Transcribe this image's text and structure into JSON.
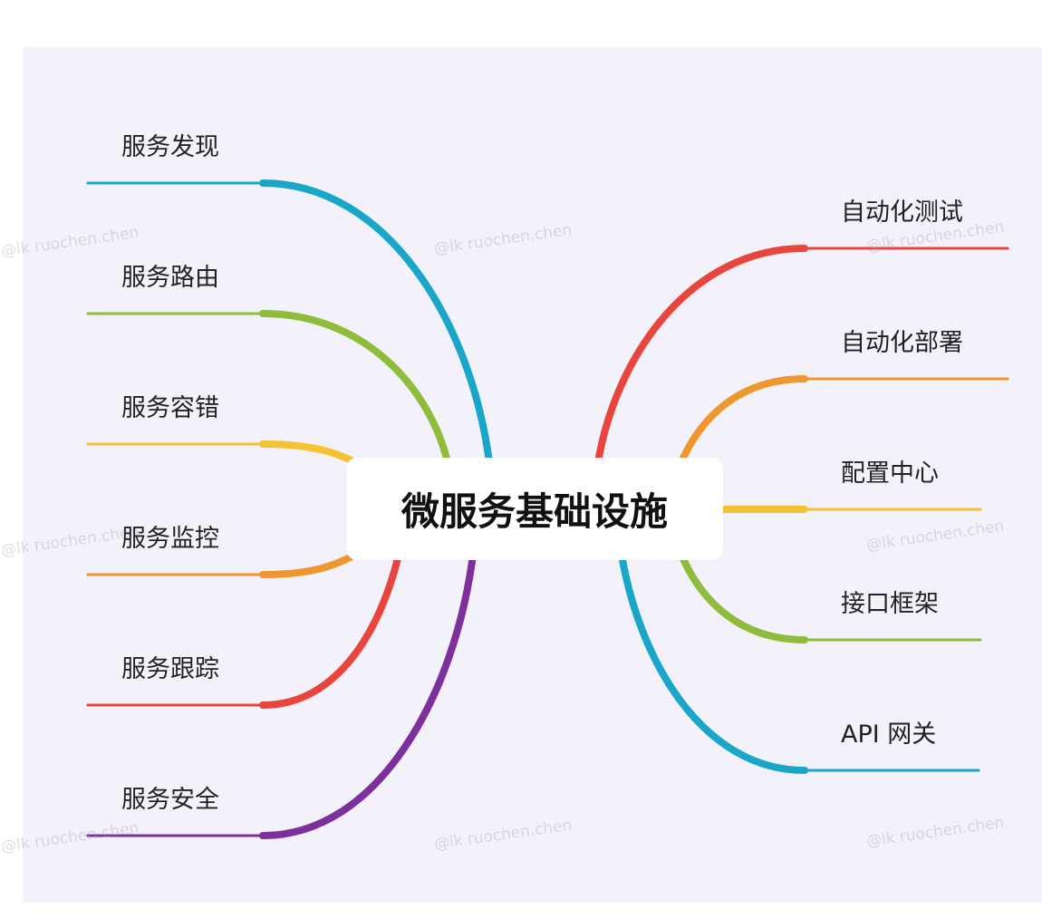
{
  "root": {
    "title": "微服务基础设施"
  },
  "left_branches": [
    {
      "label": "服务发现",
      "color": "#1aa6c9"
    },
    {
      "label": "服务路由",
      "color": "#8fbc3a"
    },
    {
      "label": "服务容错",
      "color": "#f5c232"
    },
    {
      "label": "服务监控",
      "color": "#f0962e"
    },
    {
      "label": "服务跟踪",
      "color": "#e8453c"
    },
    {
      "label": "服务安全",
      "color": "#7d2f9c"
    }
  ],
  "right_branches": [
    {
      "label": "自动化测试",
      "color": "#e8453c"
    },
    {
      "label": "自动化部署",
      "color": "#f0962e"
    },
    {
      "label": "配置中心",
      "color": "#f5c232"
    },
    {
      "label": "接口框架",
      "color": "#8fbc3a"
    },
    {
      "label": "API 网关",
      "color": "#1aa6c9"
    }
  ],
  "watermark": "@lk ruochen.chen"
}
